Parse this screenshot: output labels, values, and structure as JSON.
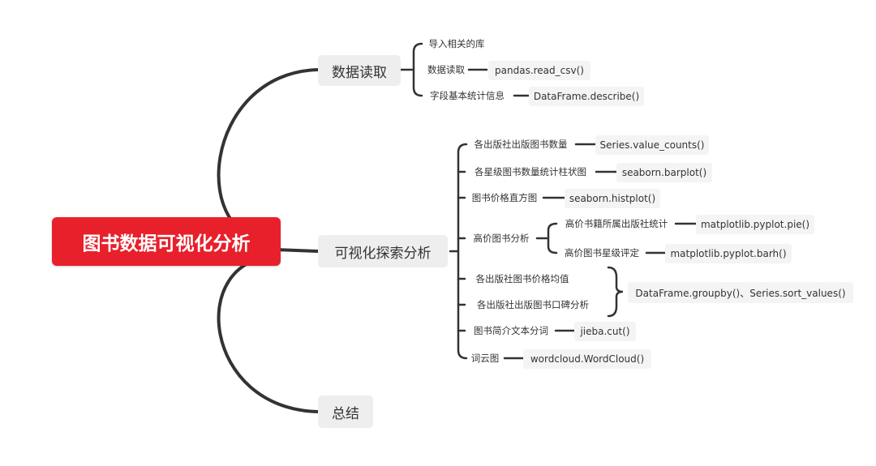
{
  "root": "图书数据可视化分析",
  "branches": {
    "data_read": "数据读取",
    "visual": "可视化探索分析",
    "summary": "总结"
  },
  "data_read_items": {
    "import_libs": "导入相关的库",
    "read": "数据读取",
    "read_fn": "pandas.read_csv()",
    "stats": "字段基本统计信息",
    "stats_fn": "DataFrame.describe()"
  },
  "visual_items": {
    "publisher_count": "各出版社出版图书数量",
    "publisher_count_fn": "Series.value_counts()",
    "star_bar": "各星级图书数量统计柱状图",
    "star_bar_fn": "seaborn.barplot()",
    "price_hist": "图书价格直方图",
    "price_hist_fn": "seaborn.histplot()",
    "high_price": "高价图书分析",
    "high_price_publisher": "高价书籍所属出版社统计",
    "high_price_publisher_fn": "matplotlib.pyplot.pie()",
    "high_price_star": "高价图书星级评定",
    "high_price_star_fn": "matplotlib.pyplot.barh()",
    "avg_price": "各出版社图书价格均值",
    "reputation": "各出版社出版图书口碑分析",
    "groupby_fn": "DataFrame.groupby()、Series.sort_values()",
    "segmentation": "图书简介文本分词",
    "segmentation_fn": "jieba.cut()",
    "wordcloud": "词云图",
    "wordcloud_fn": "wordcloud.WordCloud()"
  }
}
